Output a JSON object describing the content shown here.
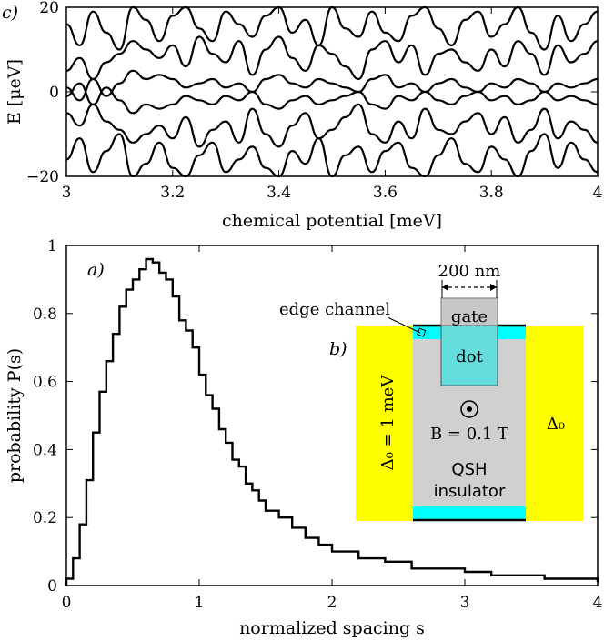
{
  "chart_data": [
    {
      "panel": "c)",
      "type": "line",
      "xlabel": "chemical potential [meV]",
      "ylabel": "E [μeV]",
      "xlim": [
        3,
        4
      ],
      "ylim": [
        -20,
        20
      ],
      "xticks": [
        "3",
        "3.2",
        "3.4",
        "3.6",
        "3.8",
        "4"
      ],
      "yticks": [
        "20",
        "0",
        "−20"
      ],
      "x": [
        3.0,
        3.025,
        3.05,
        3.075,
        3.1,
        3.125,
        3.15,
        3.175,
        3.2,
        3.225,
        3.25,
        3.275,
        3.3,
        3.325,
        3.35,
        3.375,
        3.4,
        3.425,
        3.45,
        3.475,
        3.5,
        3.525,
        3.55,
        3.575,
        3.6,
        3.625,
        3.65,
        3.675,
        3.7,
        3.725,
        3.75,
        3.775,
        3.8,
        3.825,
        3.85,
        3.875,
        3.9,
        3.925,
        3.95,
        3.975,
        4.0
      ],
      "series": [
        {
          "values": [
            16,
            11,
            19,
            14,
            10,
            20,
            17,
            12,
            18,
            20,
            15,
            12,
            19,
            16,
            13,
            18,
            20,
            14,
            17,
            11,
            20,
            15,
            13,
            19,
            14,
            12,
            18,
            20,
            15,
            11,
            17,
            19,
            13,
            16,
            20,
            14,
            10,
            18,
            12,
            16,
            19
          ]
        },
        {
          "values": [
            5,
            8,
            3,
            7,
            9,
            12,
            10,
            8,
            11,
            6,
            13,
            9,
            7,
            12,
            4,
            10,
            13,
            8,
            5,
            11,
            9,
            6,
            3,
            10,
            12,
            7,
            11,
            4,
            9,
            10,
            7,
            5,
            10,
            6,
            12,
            9,
            4,
            11,
            7,
            9,
            12
          ]
        },
        {
          "values": [
            1,
            -2,
            3,
            -1,
            2,
            5,
            3,
            4,
            3,
            1,
            2,
            3,
            1,
            2,
            0,
            3,
            4,
            2,
            1,
            3,
            2,
            1,
            0,
            3,
            4,
            1,
            2,
            0,
            2,
            3,
            1,
            0,
            2,
            1,
            3,
            2,
            0,
            2,
            1,
            2,
            3
          ]
        },
        {
          "values": [
            -1,
            2,
            -3,
            1,
            -2,
            -5,
            -3,
            -4,
            -3,
            -1,
            -2,
            -3,
            -1,
            -2,
            0,
            -3,
            -4,
            -2,
            -1,
            -3,
            -2,
            -1,
            0,
            -3,
            -4,
            -1,
            -2,
            0,
            -2,
            -3,
            -1,
            0,
            -2,
            -1,
            -3,
            -2,
            0,
            -2,
            -1,
            -2,
            -3
          ]
        },
        {
          "values": [
            -5,
            -8,
            -3,
            -7,
            -9,
            -12,
            -10,
            -8,
            -11,
            -6,
            -13,
            -9,
            -7,
            -12,
            -4,
            -10,
            -13,
            -8,
            -5,
            -11,
            -9,
            -6,
            -3,
            -10,
            -12,
            -7,
            -11,
            -4,
            -9,
            -10,
            -7,
            -5,
            -10,
            -6,
            -12,
            -9,
            -4,
            -11,
            -7,
            -9,
            -12
          ]
        },
        {
          "values": [
            -16,
            -11,
            -19,
            -14,
            -10,
            -20,
            -17,
            -12,
            -18,
            -20,
            -15,
            -12,
            -19,
            -16,
            -13,
            -18,
            -20,
            -14,
            -17,
            -11,
            -20,
            -15,
            -13,
            -19,
            -14,
            -12,
            -18,
            -20,
            -15,
            -11,
            -17,
            -19,
            -13,
            -16,
            -20,
            -14,
            -10,
            -18,
            -12,
            -16,
            -19
          ]
        }
      ]
    },
    {
      "panel": "a)",
      "type": "line",
      "step": true,
      "xlabel": "normalized spacing s",
      "ylabel": "probability P(s)",
      "xlim": [
        0,
        4
      ],
      "ylim": [
        0,
        1
      ],
      "xticks": [
        "0",
        "1",
        "2",
        "3",
        "4"
      ],
      "yticks": [
        "0",
        "0.2",
        "0.4",
        "0.6",
        "0.8",
        "1"
      ],
      "x": [
        0.0,
        0.05,
        0.1,
        0.15,
        0.2,
        0.25,
        0.3,
        0.35,
        0.4,
        0.45,
        0.5,
        0.55,
        0.6,
        0.65,
        0.7,
        0.75,
        0.8,
        0.85,
        0.9,
        0.95,
        1.0,
        1.05,
        1.1,
        1.15,
        1.2,
        1.25,
        1.3,
        1.35,
        1.4,
        1.45,
        1.5,
        1.6,
        1.7,
        1.8,
        1.9,
        2.0,
        2.2,
        2.4,
        2.6,
        2.8,
        3.0,
        3.2,
        3.4,
        3.6,
        3.8,
        4.0
      ],
      "values": [
        0.02,
        0.08,
        0.18,
        0.31,
        0.45,
        0.57,
        0.66,
        0.74,
        0.82,
        0.87,
        0.9,
        0.93,
        0.96,
        0.95,
        0.92,
        0.9,
        0.85,
        0.78,
        0.75,
        0.7,
        0.62,
        0.56,
        0.52,
        0.46,
        0.42,
        0.37,
        0.35,
        0.3,
        0.28,
        0.25,
        0.22,
        0.2,
        0.17,
        0.14,
        0.12,
        0.1,
        0.08,
        0.07,
        0.05,
        0.05,
        0.04,
        0.03,
        0.03,
        0.02,
        0.02,
        0.01
      ]
    }
  ],
  "inset": {
    "panel_tag": "b)",
    "scale_label": "200 nm",
    "gate_label": "gate",
    "edge_channel_label": "edge channel",
    "dot_label": "dot",
    "field_symbol": "⊙",
    "field_label": "B = 0.1 T",
    "material_line1": "QSH",
    "material_line2": "insulator",
    "left_lead_label": "Δ₀ = 1 meV",
    "right_lead_label": "Δ₀",
    "colors": {
      "lead": "#ffff00",
      "channel": "#00ffff",
      "dot": "#66dddd",
      "gate": "#c8c8c8",
      "insulator": "#d0d0d0"
    }
  }
}
